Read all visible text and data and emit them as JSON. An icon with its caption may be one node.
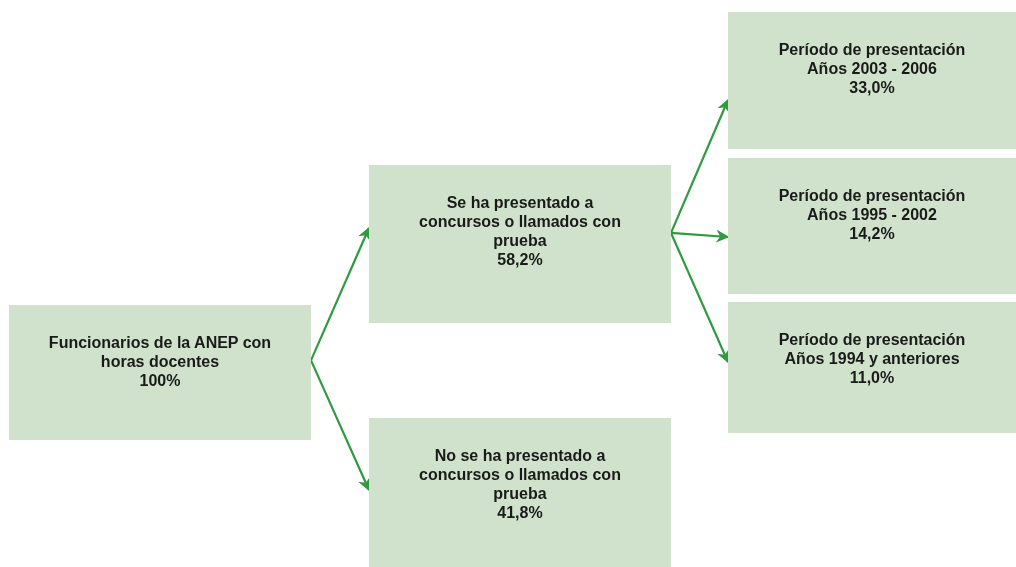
{
  "diagram": {
    "nodes": [
      {
        "text": [
          "Funcionarios de la ANEP con horas docentes",
          "100%"
        ]
      },
      {
        "text": [
          "Se ha presentado a concursos o llamados con prueba",
          "58,2%"
        ]
      },
      {
        "text": [
          "No se ha presentado a concursos o llamados con prueba",
          "41,8%"
        ]
      },
      {
        "text": [
          "Período de presentación",
          "Años 2003 - 2006",
          "33,0%"
        ]
      },
      {
        "text": [
          "Período de presentación",
          "Años 1995 - 2002",
          "14,2%"
        ]
      },
      {
        "text": [
          "Período de presentación",
          "Años 1994 y anteriores",
          "11,0%"
        ]
      }
    ],
    "edges": [
      {
        "from": 0,
        "to": 1,
        "arrow": "to"
      },
      {
        "from": 0,
        "to": 2,
        "arrow": "to"
      },
      {
        "from": 1,
        "to": 3,
        "arrow": "to"
      },
      {
        "from": 1,
        "to": 4,
        "arrow": "to"
      },
      {
        "from": 1,
        "to": 5,
        "arrow": "to"
      }
    ]
  }
}
